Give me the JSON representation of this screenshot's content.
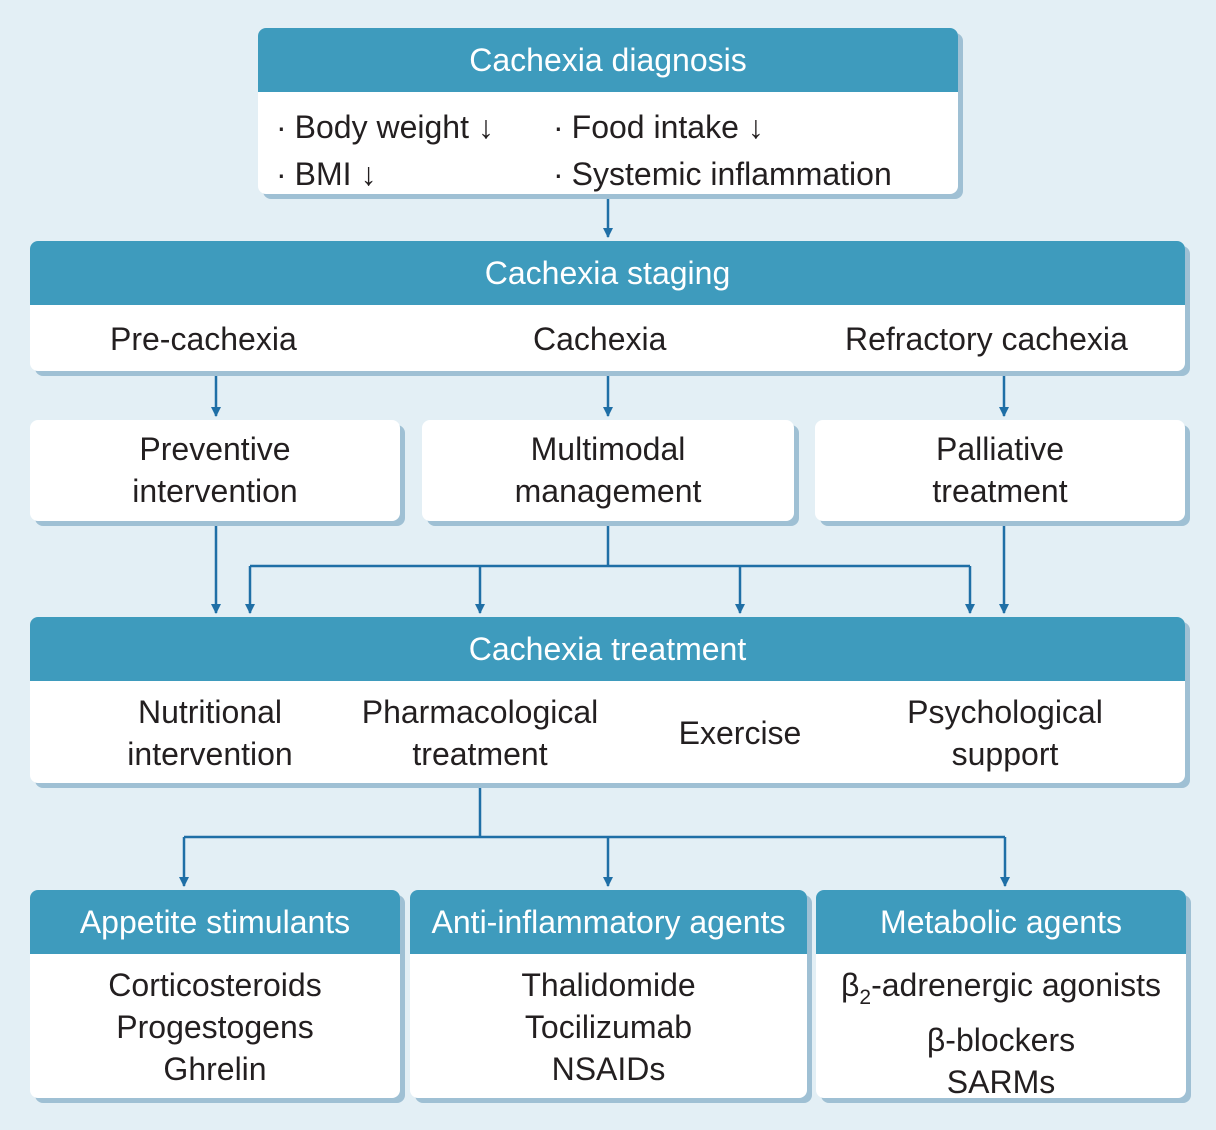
{
  "diagnosis": {
    "title": "Cachexia diagnosis",
    "items": [
      "Body weight ↓",
      "Food intake ↓",
      "BMI ↓",
      "Systemic inflammation"
    ]
  },
  "staging": {
    "title": "Cachexia staging",
    "stages": [
      "Pre-cachexia",
      "Cachexia",
      "Refractory cachexia"
    ]
  },
  "interventions": [
    {
      "line1": "Preventive",
      "line2": "intervention"
    },
    {
      "line1": "Multimodal",
      "line2": "management"
    },
    {
      "line1": "Palliative",
      "line2": "treatment"
    }
  ],
  "treatment": {
    "title": "Cachexia treatment",
    "items": [
      {
        "line1": "Nutritional",
        "line2": "intervention"
      },
      {
        "line1": "Pharmacological",
        "line2": "treatment"
      },
      {
        "line1": "Exercise",
        "line2": ""
      },
      {
        "line1": "Psychological",
        "line2": "support"
      }
    ]
  },
  "agents": [
    {
      "title": "Appetite stimulants",
      "items": [
        "Corticosteroids",
        "Progestogens",
        "Ghrelin"
      ]
    },
    {
      "title": "Anti-inflammatory agents",
      "items": [
        "Thalidomide",
        "Tocilizumab",
        "NSAIDs"
      ]
    },
    {
      "title": "Metabolic agents",
      "items": [
        "β2-adrenergic agonists",
        "β-blockers",
        "SARMs"
      ]
    }
  ],
  "beta2": {
    "prefix": "β",
    "subscript": "2",
    "suffix": "-adrenergic agonists"
  },
  "colors": {
    "header": "#3e9bbd",
    "arrow": "#1f6fa6",
    "background": "#e3eff5",
    "shadow": "#9fc0d4"
  }
}
